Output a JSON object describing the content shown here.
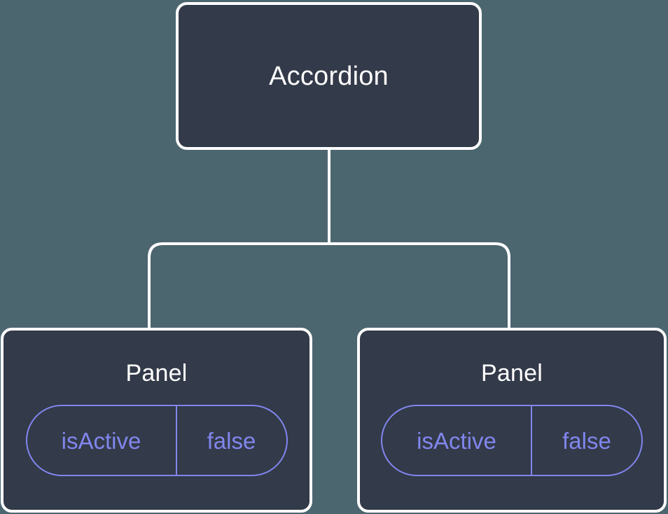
{
  "diagram": {
    "type": "component-tree",
    "background_color": "#4c6670",
    "node_fill_color": "#333a49",
    "node_border_color": "#ffffff",
    "edge_color": "#ffffff",
    "state_accent_color": "#8186ee",
    "root": {
      "title": "Accordion"
    },
    "children": [
      {
        "title": "Panel",
        "state": {
          "key": "isActive",
          "value": "false"
        }
      },
      {
        "title": "Panel",
        "state": {
          "key": "isActive",
          "value": "false"
        }
      }
    ]
  }
}
